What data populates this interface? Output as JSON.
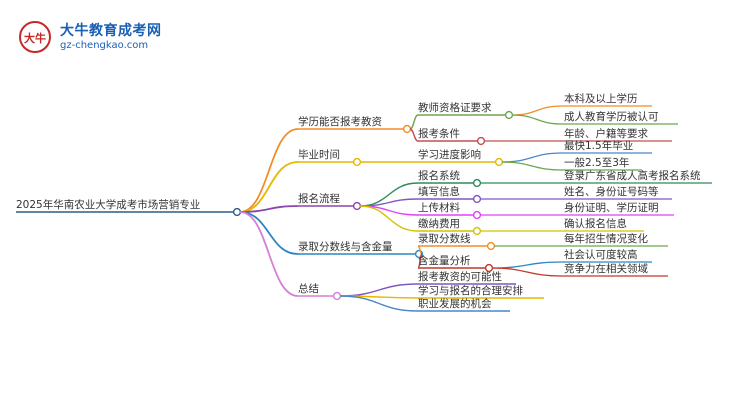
{
  "logo": {
    "brand": "大牛教育成考网",
    "url": "gz-chengkao.com",
    "mark_text": "大牛",
    "color": "#1a5fb4"
  },
  "mindmap": {
    "root": "2025年华南农业大学成考市场营销专业",
    "branches": [
      {
        "label": "学历能否报考教资",
        "color": "#f28c28",
        "children": [
          {
            "label": "教师资格证要求",
            "color": "#6aa84f",
            "children": [
              {
                "label": "本科及以上学历",
                "color": "#f28c28"
              },
              {
                "label": "成人教育学历被认可",
                "color": "#6aa84f"
              }
            ]
          },
          {
            "label": "报考条件",
            "color": "#c0504d",
            "children": [
              {
                "label": "年龄、户籍等要求",
                "color": "#c0504d"
              }
            ]
          }
        ]
      },
      {
        "label": "毕业时间",
        "color": "#e6b800",
        "children": [
          {
            "label": "学习进度影响",
            "color": "#e6b800",
            "children": [
              {
                "label": "最快1.5年毕业",
                "color": "#4a86c8"
              },
              {
                "label": "一般2.5至3年",
                "color": "#6aa84f"
              }
            ]
          }
        ]
      },
      {
        "label": "报名流程",
        "color": "#8e44ad",
        "children": [
          {
            "label": "报名系统",
            "color": "#2e8b57",
            "children": [
              {
                "label": "登录广东省成人高考报名系统",
                "color": "#2e8b57"
              }
            ]
          },
          {
            "label": "填写信息",
            "color": "#7e57c2",
            "children": [
              {
                "label": "姓名、身份证号码等",
                "color": "#7e57c2"
              }
            ]
          },
          {
            "label": "上传材料",
            "color": "#e040fb",
            "children": [
              {
                "label": "身份证明、学历证明",
                "color": "#e040fb"
              }
            ]
          },
          {
            "label": "缴纳费用",
            "color": "#d4c200",
            "children": [
              {
                "label": "确认报名信息",
                "color": "#d4c200"
              }
            ]
          }
        ]
      },
      {
        "label": "录取分数线与含金量",
        "color": "#2e86c1",
        "children": [
          {
            "label": "录取分数线",
            "color": "#f28c28",
            "children": [
              {
                "label": "每年招生情况变化",
                "color": "#6aa84f"
              }
            ]
          },
          {
            "label": "含金量分析",
            "color": "#c0392b",
            "children": [
              {
                "label": "社会认可度较高",
                "color": "#2e86c1"
              },
              {
                "label": "竞争力在相关领域",
                "color": "#c0392b"
              }
            ]
          }
        ]
      },
      {
        "label": "总结",
        "color": "#d77fd6",
        "children": [
          {
            "label": "报考教资的可能性",
            "color": "#7e57c2"
          },
          {
            "label": "学习与报名的合理安排",
            "color": "#e6b800"
          },
          {
            "label": "职业发展的机会",
            "color": "#4a86c8"
          }
        ]
      }
    ]
  }
}
